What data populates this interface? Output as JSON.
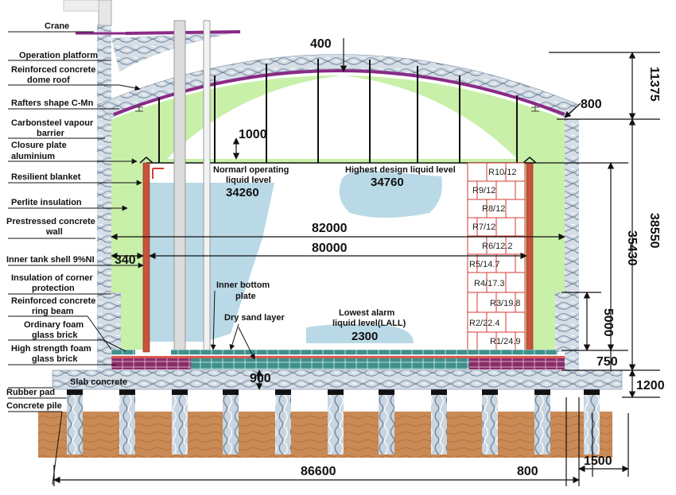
{
  "labels": {
    "crane": "Crane",
    "operation_platform": "Operation platform",
    "dome_roof_1": "Reinforced concrete",
    "dome_roof_2": "dome roof",
    "rafters": "Rafters shape C-Mn",
    "vapour_1": "Carbonsteel vapour",
    "vapour_2": "barrier",
    "closure_1": "Closure plate",
    "closure_2": "aluminium",
    "resilient": "Resilient blanket",
    "perlite": "Perlite insulation",
    "prestressed_1": "Prestressed concrete",
    "prestressed_2": "wall",
    "inner_shell": "Inner tank shell 9%NI",
    "corner_1": "Insulation of corner",
    "corner_2": "protection",
    "ring_beam_1": "Reinforced concrete",
    "ring_beam_2": "ring beam",
    "ordinary_foam_1": "Ordinary foam",
    "ordinary_foam_2": "glass brick",
    "high_foam_1": "High strength foam",
    "high_foam_2": "glass brick",
    "slab": "Slab concrete",
    "rubber_pad": "Rubber pad",
    "concrete_pile": "Concrete pile",
    "inner_bottom_1": "Inner bottom",
    "inner_bottom_2": "plate",
    "dry_sand": "Dry sand layer"
  },
  "liquid_levels": {
    "normal_1": "Normarl operating",
    "normal_2": "liquid level",
    "normal_value": "34260",
    "highest": "Highest design liquid level",
    "highest_value": "34760",
    "lowest_1": "Lowest alarm",
    "lowest_2": "liquid level(LALL)",
    "lowest_value": "2300"
  },
  "dimensions": {
    "dome_thickness": "400",
    "roof_edge": "800",
    "gap_1000": "1000",
    "outer_diameter": "82000",
    "inner_diameter": "80000",
    "annular_gap": "340",
    "slab_to_pile": "900",
    "total_width": "86600",
    "pile_edge": "800",
    "pile_spacing": "1500",
    "dome_rise": "11375",
    "total_height": "38550",
    "inner_height": "35430",
    "corner_height": "5000",
    "bottom_750": "750",
    "slab_1200": "1200"
  },
  "rings": [
    "R10/12",
    "R9/12",
    "R8/12",
    "R7/12",
    "R6/12.2",
    "R5/14.7",
    "R4/17.3",
    "R3/19.8",
    "R2/22.4",
    "R1/24.9"
  ],
  "colors": {
    "insulation_green": "#c8f0a8",
    "liquid_blue": "#b9d9e6",
    "dome_purple": "#8a2a86",
    "ring_red": "#d63a32",
    "soil_brown": "#c98a55",
    "foam_teal": "#3f8f8a",
    "foam_purple": "#8b2c6a"
  }
}
